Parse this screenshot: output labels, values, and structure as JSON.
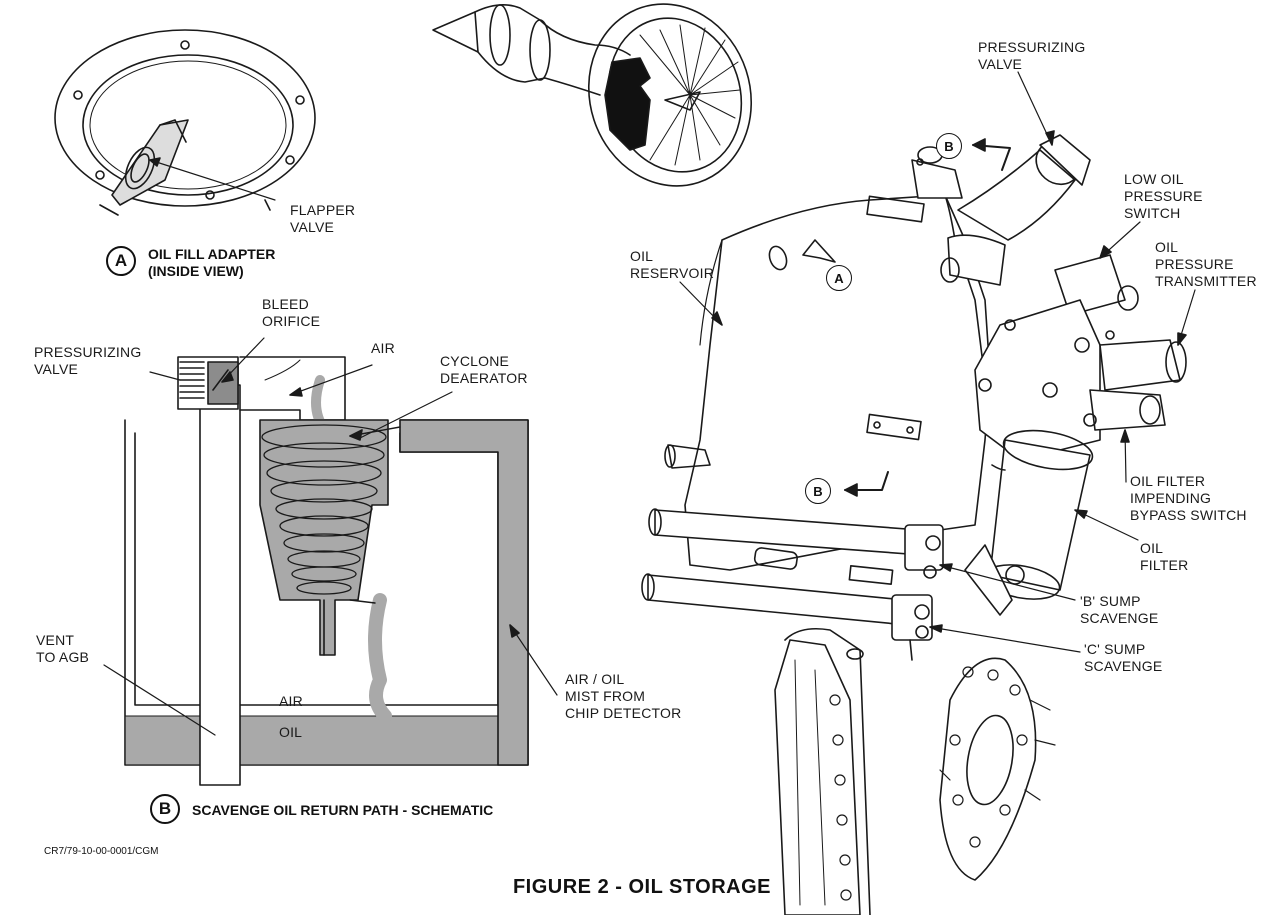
{
  "figure_title": "FIGURE 2 - OIL STORAGE",
  "reference_code": "CR7/79-10-00-0001/CGM",
  "detail_a": {
    "letter": "A",
    "caption_line1": "OIL FILL ADAPTER",
    "caption_line2": "(INSIDE VIEW)",
    "flapper_valve": [
      "FLAPPER",
      "VALVE"
    ]
  },
  "detail_b": {
    "letter": "B",
    "caption": "SCAVENGE OIL RETURN PATH - SCHEMATIC",
    "bleed_orifice": [
      "BLEED",
      "ORIFICE"
    ],
    "pressurizing_valve": [
      "PRESSURIZING",
      "VALVE"
    ],
    "air_top": "AIR",
    "cyclone_deaerator": [
      "CYCLONE",
      "DEAERATOR"
    ],
    "vent_to_agb": [
      "VENT",
      "TO AGB"
    ],
    "air_lower": "AIR",
    "oil": "OIL",
    "air_oil_mist": [
      "AIR / OIL",
      "MIST FROM",
      "CHIP DETECTOR"
    ]
  },
  "main_view": {
    "pressurizing_valve": [
      "PRESSURIZING",
      "VALVE"
    ],
    "low_oil_pressure_switch": [
      "LOW OIL",
      "PRESSURE",
      "SWITCH"
    ],
    "oil_pressure_transmitter": [
      "OIL",
      "PRESSURE",
      "TRANSMITTER"
    ],
    "oil_reservoir": [
      "OIL",
      "RESERVOIR"
    ],
    "oil_filter_impending_bypass_switch": [
      "OIL FILTER",
      "IMPENDING",
      "BYPASS SWITCH"
    ],
    "oil_filter": [
      "OIL",
      "FILTER"
    ],
    "b_sump_scavenge": [
      "'B' SUMP",
      "SCAVENGE"
    ],
    "c_sump_scavenge": [
      "'C' SUMP",
      "SCAVENGE"
    ],
    "callout_a": "A",
    "callout_b_top": "B",
    "callout_b_mid": "B"
  },
  "colors": {
    "line": "#1a1a1a",
    "oil_fill": "#a9a9a9",
    "paper": "#ffffff",
    "engine_highlight": "#111111"
  }
}
